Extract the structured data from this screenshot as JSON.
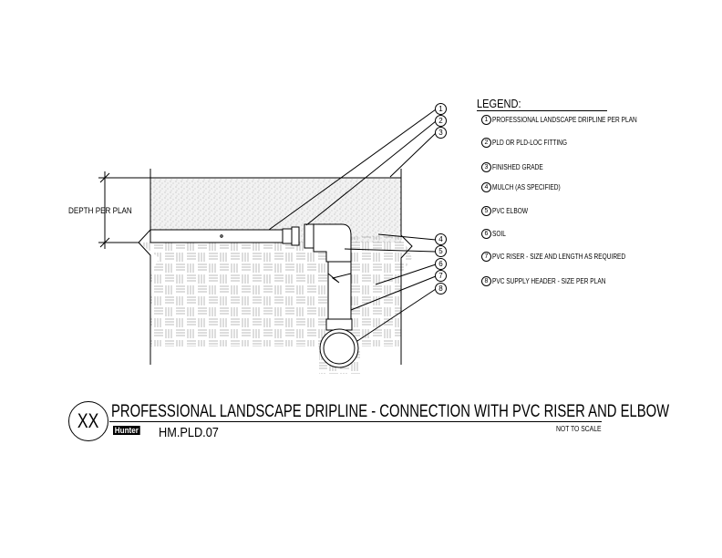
{
  "legend": {
    "title": "LEGEND:",
    "items": [
      {
        "num": "1",
        "label": "PROFESSIONAL LANDSCAPE DRIPLINE PER PLAN"
      },
      {
        "num": "2",
        "label": "PLD OR PLD-LOC FITTING"
      },
      {
        "num": "3",
        "label": "FINISHED GRADE"
      },
      {
        "num": "4",
        "label": "MULCH (AS SPECIFIED)"
      },
      {
        "num": "5",
        "label": "PVC ELBOW"
      },
      {
        "num": "6",
        "label": "SOIL"
      },
      {
        "num": "7",
        "label": "PVC RISER - SIZE AND LENGTH AS REQUIRED"
      },
      {
        "num": "8",
        "label": "PVC SUPPLY HEADER - SIZE PER PLAN"
      }
    ]
  },
  "drawing": {
    "depth_label": "DEPTH PER PLAN",
    "callouts": [
      "1",
      "2",
      "3",
      "4",
      "5",
      "6",
      "7",
      "8"
    ]
  },
  "title_block": {
    "detail_id": "XX",
    "title": "PROFESSIONAL LANDSCAPE DRIPLINE - CONNECTION WITH PVC RISER AND ELBOW",
    "brand_logo": "Hunter",
    "code": "HM.PLD.07",
    "scale": "NOT TO SCALE"
  }
}
